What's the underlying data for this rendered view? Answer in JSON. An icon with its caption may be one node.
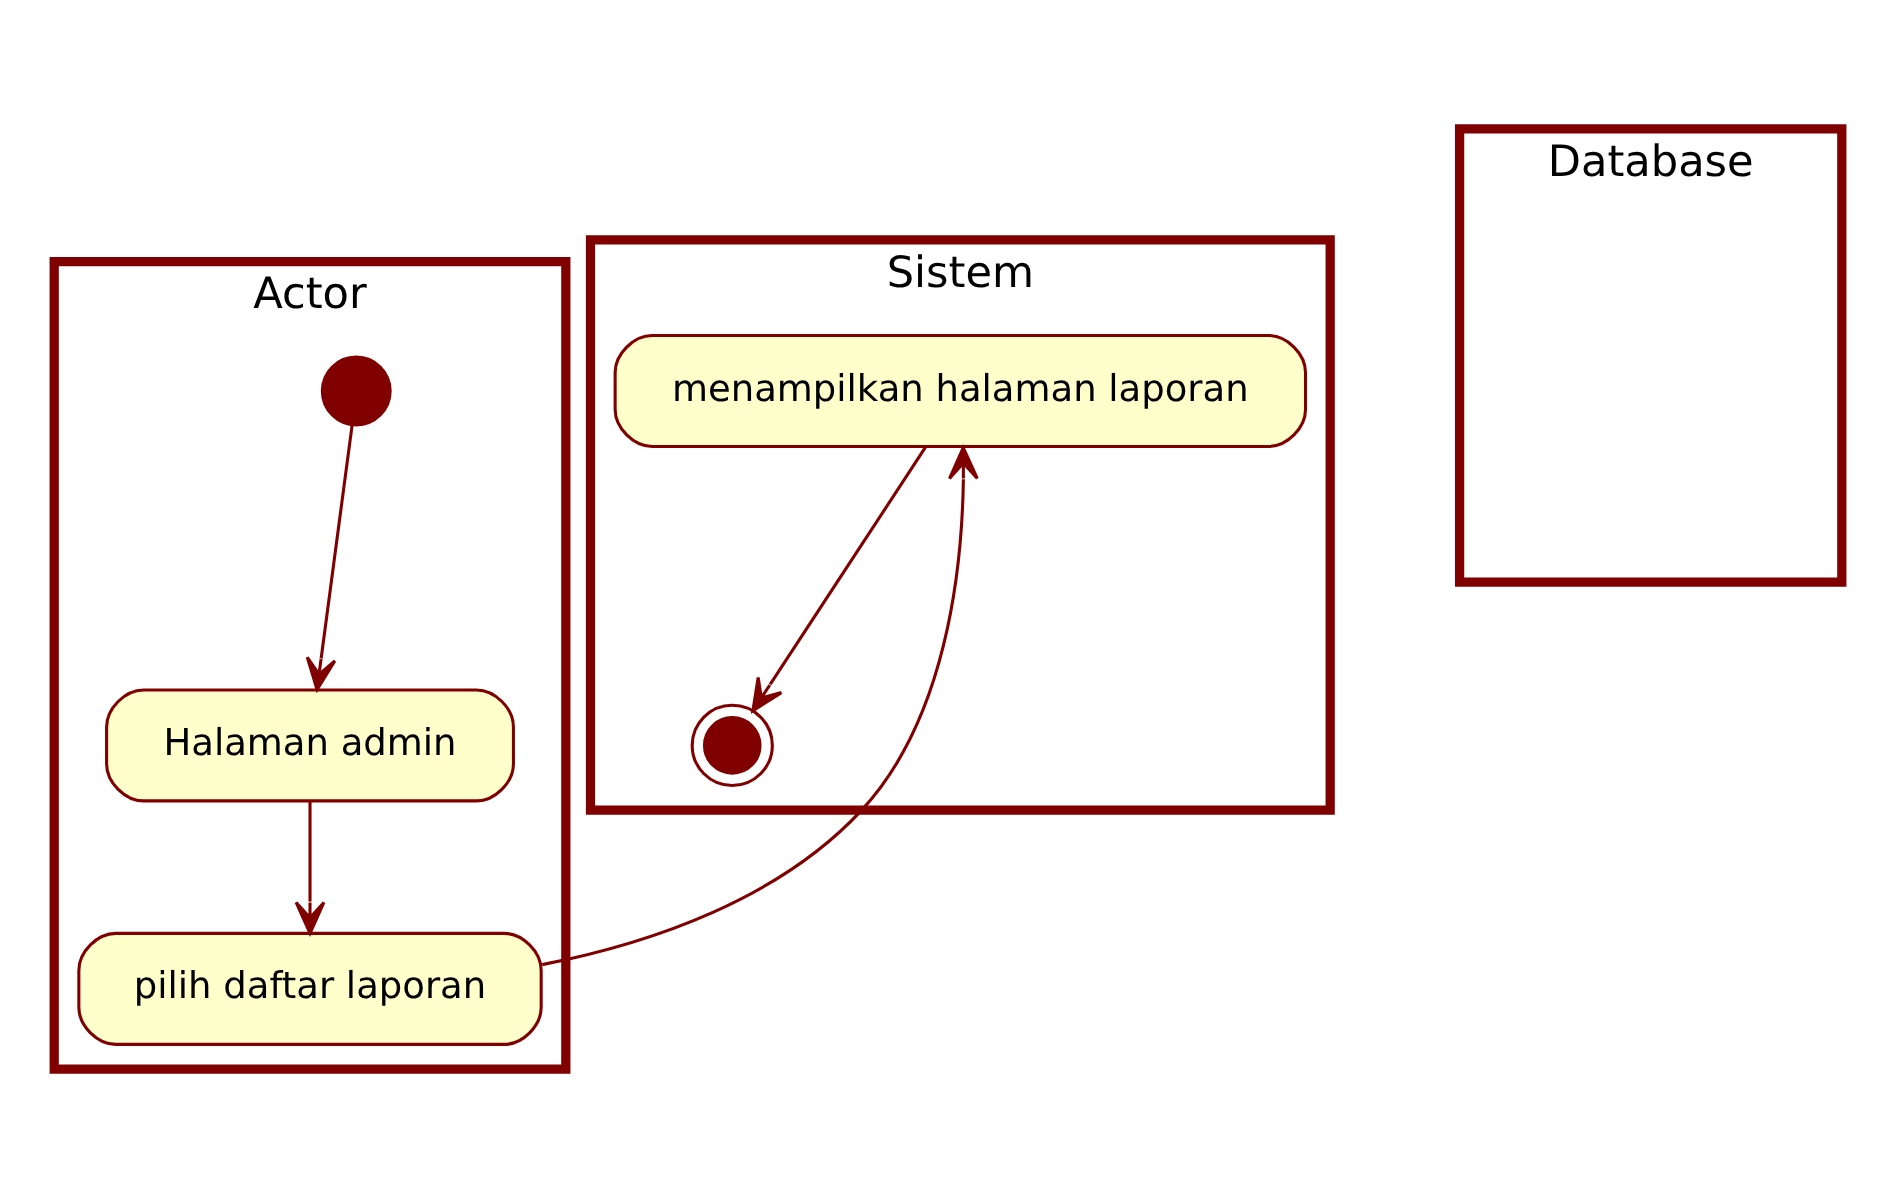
{
  "diagram": {
    "nodes": [
      {
        "text": [
          "Actor"
        ]
      },
      {
        "text": [
          "Sistem"
        ]
      },
      {
        "text": [
          "Database"
        ]
      },
      {
        "text": [],
        "shape": "circle",
        "in": 0
      },
      {
        "text": [
          "Halaman admin"
        ],
        "in": 0
      },
      {
        "text": [
          "pilih daftar laporan"
        ],
        "in": 0
      },
      {
        "text": [
          "menampilkan halaman laporan"
        ],
        "in": 1
      },
      {
        "text": [],
        "shape": "bullseye",
        "in": 1
      }
    ],
    "edges": [
      {
        "from": 3,
        "to": 4,
        "arrow": "to"
      },
      {
        "from": 4,
        "to": 5,
        "arrow": "to"
      },
      {
        "from": 5,
        "to": 6,
        "arrow": "to"
      },
      {
        "from": 6,
        "to": 7,
        "arrow": "to"
      }
    ]
  }
}
